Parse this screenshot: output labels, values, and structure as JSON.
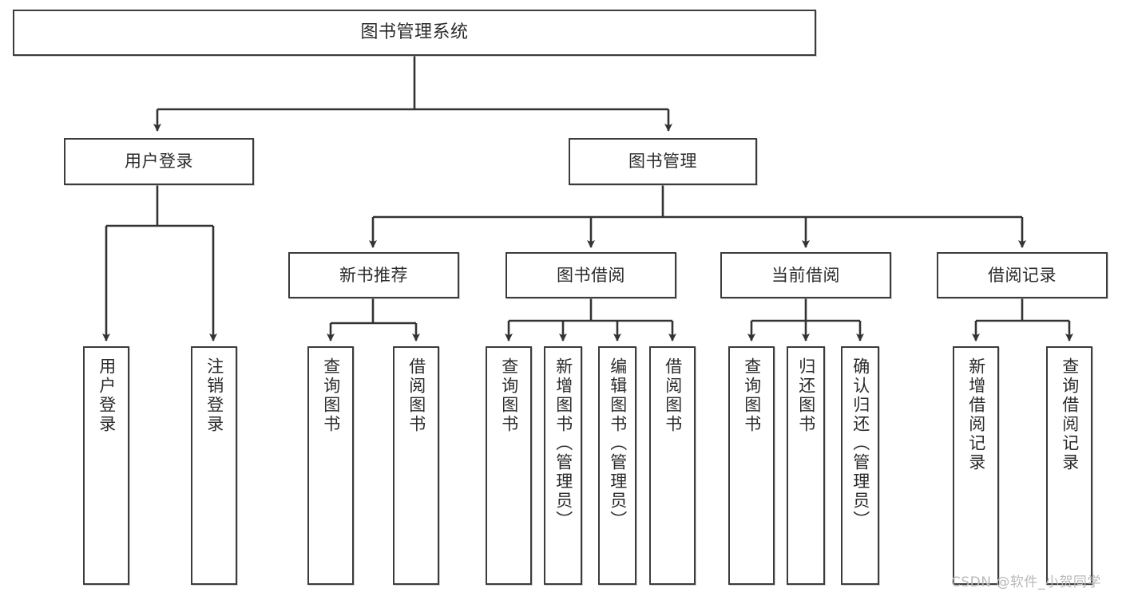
{
  "diagram": {
    "title": "图书管理系统",
    "watermark": "CSDN @软件_小贺同学",
    "colors": {
      "border": "#3c3c3c",
      "fill": "#ffffff",
      "text": "#2b2b2b",
      "edge": "#333333",
      "watermark": "#b9b9b9"
    },
    "nodes": {
      "root": "图书管理系统",
      "level2": {
        "user_login": "用户登录",
        "book_manage": "图书管理"
      },
      "level3": {
        "new_book_recommend": "新书推荐",
        "book_borrow": "图书借阅",
        "current_borrow": "当前借阅",
        "borrow_record": "借阅记录"
      },
      "leaves": {
        "user_login_leaf": "用户登录",
        "logout_leaf": "注销登录",
        "query_book_1": "查询图书",
        "borrow_book_1": "借阅图书",
        "query_book_2": "查询图书",
        "add_book_admin": "新增图书（管理员）",
        "edit_book_admin": "编辑图书（管理员）",
        "borrow_book_2": "借阅图书",
        "query_book_3": "查询图书",
        "return_book": "归还图书",
        "confirm_return_admin": "确认归还（管理员）",
        "add_borrow_record": "新增借阅记录",
        "query_borrow_record": "查询借阅记录"
      }
    }
  }
}
